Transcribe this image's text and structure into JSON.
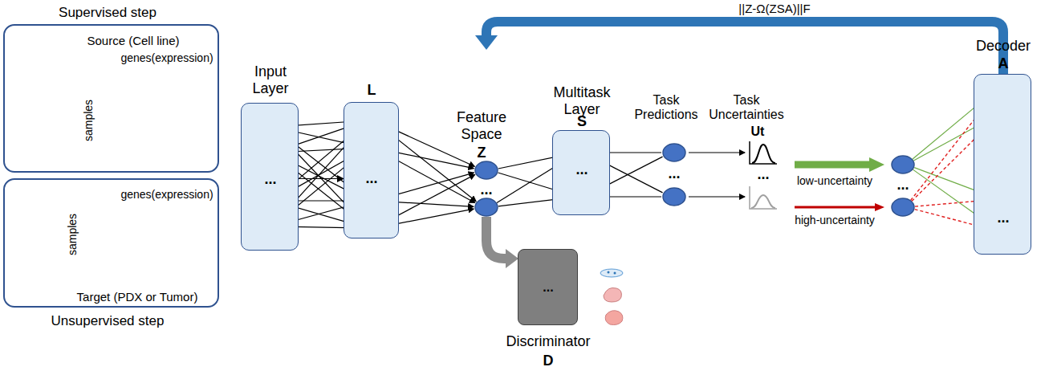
{
  "diagram": {
    "nodes": [
      {
        "text": [
          "Supervised step",
          "Source (Cell line)",
          "genes(expression)",
          "samples"
        ]
      },
      {
        "text": [
          "genes(expression)",
          "samples",
          "Target (PDX or Tumor)",
          "Unsupervised step"
        ]
      },
      {
        "text": [
          "Input Layer",
          "..."
        ]
      },
      {
        "text": [
          "L",
          "..."
        ]
      },
      {
        "text": [
          "Multitask Layer",
          "S",
          "..."
        ]
      },
      {
        "text": [
          "Decoder",
          "A",
          "..."
        ]
      },
      {
        "text": [
          "...",
          "Discriminator",
          "D"
        ]
      }
    ],
    "edges": [
      {
        "from": 2,
        "to": 3,
        "arrow": "to"
      }
    ],
    "labels": [
      "||Z-Ω(ZSA)||F",
      "Feature Space",
      "Z",
      "...",
      "Task Predictions",
      "...",
      "Task Uncertainties",
      "Ut",
      "...",
      "low-uncertainty",
      "high-uncertainty",
      "..."
    ]
  }
}
